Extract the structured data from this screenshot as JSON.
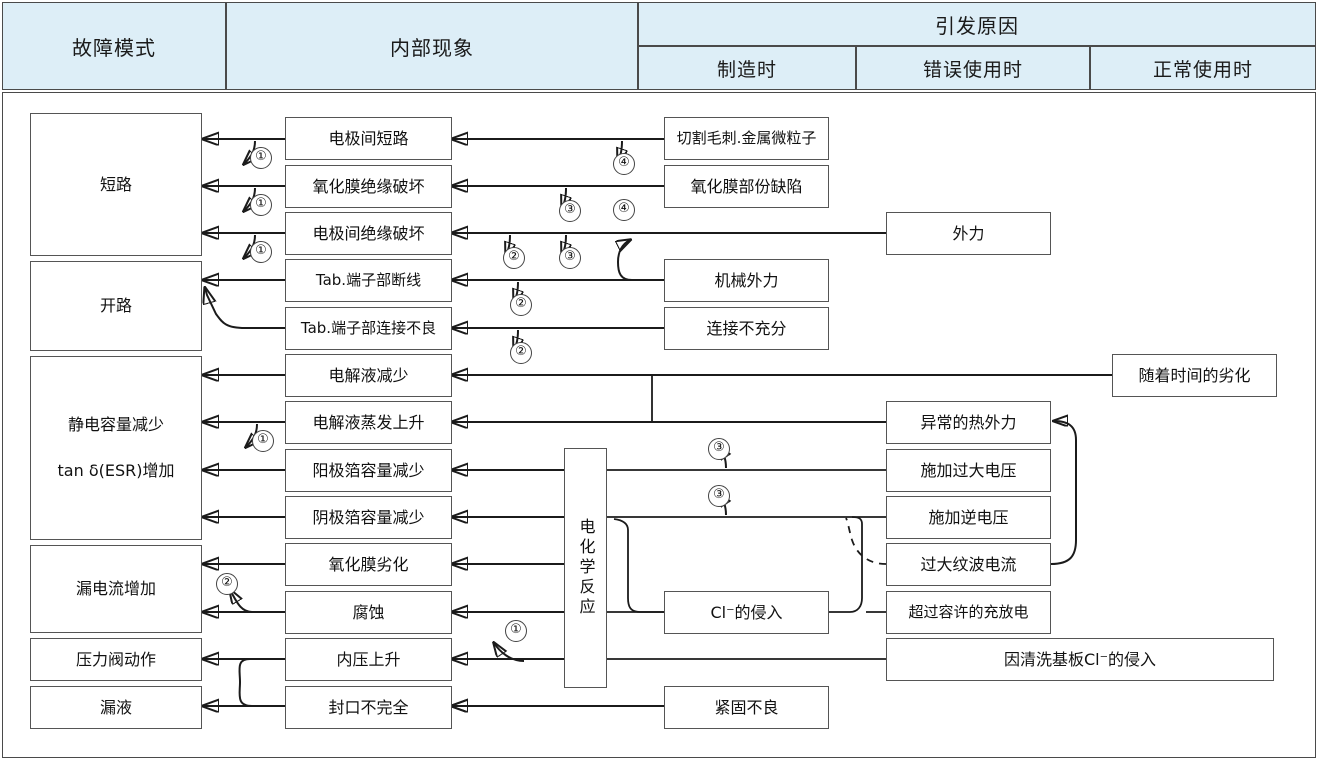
{
  "header": {
    "col_failure_mode": "故障模式",
    "col_internal": "内部现象",
    "col_cause_group": "引发原因",
    "col_cause_mfg": "制造时",
    "col_cause_misuse": "错误使用时",
    "col_cause_normal": "正常使用时"
  },
  "failure_modes": [
    {
      "label": "短路"
    },
    {
      "label": "开路"
    },
    {
      "label_1": "静电容量减少",
      "label_2": "tan δ(ESR)增加"
    },
    {
      "label": "漏电流增加"
    },
    {
      "label": "压力阀动作"
    },
    {
      "label": "漏液"
    }
  ],
  "internal_phenomena": [
    {
      "label": "电极间短路"
    },
    {
      "label": "氧化膜绝缘破坏"
    },
    {
      "label": "电极间绝缘破坏"
    },
    {
      "label": "Tab.端子部断线"
    },
    {
      "label": "Tab.端子部连接不良"
    },
    {
      "label": "电解液减少"
    },
    {
      "label": "电解液蒸发上升"
    },
    {
      "label": "阳极箔容量减少"
    },
    {
      "label": "阴极箔容量减少"
    },
    {
      "label": "氧化膜劣化"
    },
    {
      "label": "腐蚀"
    },
    {
      "label": "内压上升"
    },
    {
      "label": "封口不完全"
    }
  ],
  "reaction_node": {
    "label": "电化学反应"
  },
  "causes_manufacturing": [
    {
      "label": "切割毛刺.金属微粒子"
    },
    {
      "label": "氧化膜部份缺陷"
    },
    {
      "label": "机械外力"
    },
    {
      "label": "连接不充分"
    },
    {
      "label": "Cl⁻的侵入"
    },
    {
      "label": "紧固不良"
    }
  ],
  "causes_misuse": [
    {
      "label": "外力"
    },
    {
      "label": "异常的热外力"
    },
    {
      "label": "施加过大电压"
    },
    {
      "label": "施加逆电压"
    },
    {
      "label": "过大纹波电流"
    },
    {
      "label": "超过容许的充放电"
    },
    {
      "label": "因清洗基板Cl⁻的侵入"
    }
  ],
  "causes_normal": [
    {
      "label": "随着时间的劣化"
    }
  ],
  "markers": [
    {
      "id": "m1",
      "label": "①"
    },
    {
      "id": "m2",
      "label": "①"
    },
    {
      "id": "m3",
      "label": "①"
    },
    {
      "id": "m4",
      "label": "①"
    },
    {
      "id": "m5",
      "label": "①"
    },
    {
      "id": "m6",
      "label": "②"
    },
    {
      "id": "m7",
      "label": "②"
    },
    {
      "id": "m8",
      "label": "②"
    },
    {
      "id": "m9",
      "label": "②"
    },
    {
      "id": "m10",
      "label": "③"
    },
    {
      "id": "m11",
      "label": "③"
    },
    {
      "id": "m12",
      "label": "③"
    },
    {
      "id": "m13",
      "label": "③"
    },
    {
      "id": "m14",
      "label": "④"
    },
    {
      "id": "m15",
      "label": "④"
    }
  ],
  "colors": {
    "header_fill": "#ddeef7",
    "border": "#4a4a4a",
    "box_border": "#555555",
    "wire": "#1b1b1b",
    "text": "#111111"
  }
}
